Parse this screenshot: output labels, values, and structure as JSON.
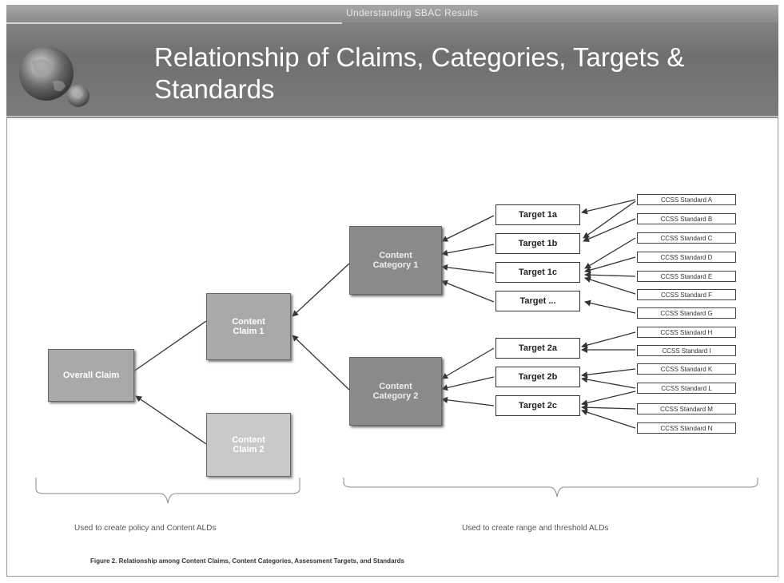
{
  "slide": {
    "subtitle": "Understanding SBAC Results",
    "title": "Relationship of Claims, Categories, Targets & Standards"
  },
  "diagram": {
    "overall_claim": "Overall Claim",
    "content_claim_1": "Content Claim 1",
    "content_claim_2": "Content Claim 2",
    "category_1": "Content Category 1",
    "category_2": "Content Category 2",
    "targets": [
      "Target 1a",
      "Target 1b",
      "Target 1c",
      "Target ...",
      "Target 2a",
      "Target 2b",
      "Target 2c"
    ],
    "standards": [
      "CCSS Standard A",
      "CCSS Standard B",
      "CCSS Standard C",
      "CCSS Standard D",
      "CCSS Standard E",
      "CCSS Standard F",
      "CCSS Standard G",
      "CCSS Standard H",
      "CCSS Standard I",
      "CCSS Standard K",
      "CCSS Standard L",
      "CCSS Standard M",
      "CCSS Standard N"
    ],
    "left_note": "Used to create policy and Content ALDs",
    "right_note": "Used to create range and threshold ALDs",
    "caption": "Figure 2. Relationship among Content Claims, Content Categories, Assessment Targets, and Standards"
  },
  "colors": {
    "header": "#7a7a7a",
    "category": "#8a8a8a",
    "claim": "#a9a9a9",
    "claim_light": "#c9c9c9"
  }
}
